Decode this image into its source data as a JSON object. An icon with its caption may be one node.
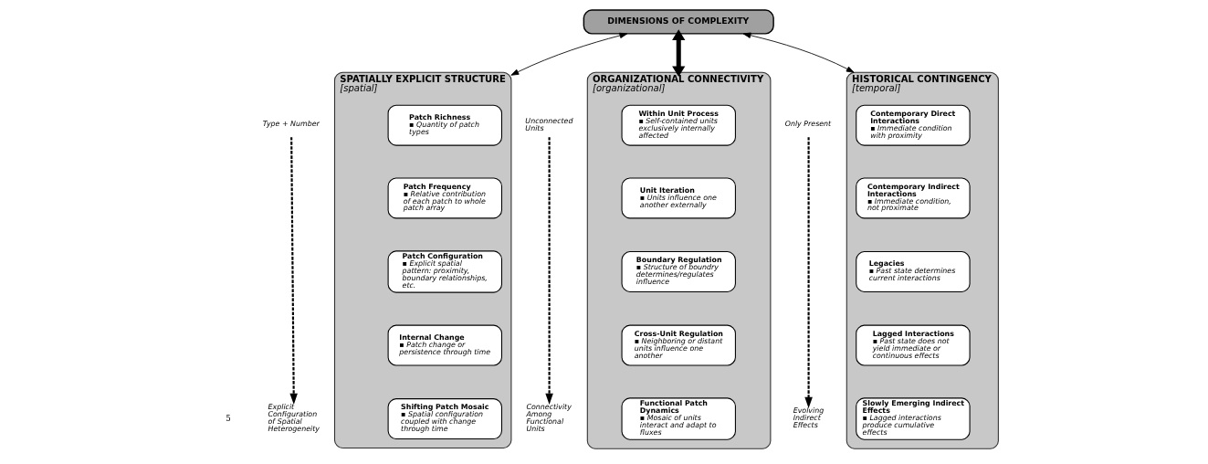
{
  "diagram": {
    "nodes": [
      {
        "text": [
          "DIMENSIONS OF COMPLEXITY"
        ]
      },
      {
        "text": [
          "SPATIALLY EXPLICIT STRUCTURE",
          "[spatial]"
        ]
      },
      {
        "text": [
          "Patch Richness",
          "▪ Quantity of patch types"
        ],
        "in": 1
      },
      {
        "text": [
          "Patch Frequency",
          "▪ Relative contribution of each patch to whole patch array"
        ],
        "in": 1
      },
      {
        "text": [
          "Patch Configuration",
          "▪ Explicit spatial pattern: proximity, boundary relationships, etc."
        ],
        "in": 1
      },
      {
        "text": [
          "Internal Change",
          "▪ Patch change or persistence through time"
        ],
        "in": 1
      },
      {
        "text": [
          "Shifting Patch Mosaic",
          "▪ Spatial configuration coupled with change through time"
        ],
        "in": 1
      },
      {
        "text": [
          "Type + Number"
        ]
      },
      {
        "text": [
          "Explicit Configuration of Spatial Heterogeneity"
        ]
      },
      {
        "text": [
          "ORGANIZATIONAL CONNECTIVITY",
          "[organizational]"
        ]
      },
      {
        "text": [
          "Within Unit Process",
          "▪ Self-contained units exclusively internally affected"
        ],
        "in": 9
      },
      {
        "text": [
          "Unit Iteration",
          "▪ Units influence one another externally"
        ],
        "in": 9
      },
      {
        "text": [
          "Boundary Regulation",
          "▪ Structure of boundry determines/regulates influence"
        ],
        "in": 9
      },
      {
        "text": [
          "Cross-Unit Regulation",
          "▪ Neighboring or distant units influence one another"
        ],
        "in": 9
      },
      {
        "text": [
          "Functional Patch Dynamics",
          "▪ Mosaic of units interact and adapt to fluxes"
        ],
        "in": 9
      },
      {
        "text": [
          "Unconnected Units"
        ]
      },
      {
        "text": [
          "Connectivity Among Functional Units"
        ]
      },
      {
        "text": [
          "HISTORICAL CONTINGENCY",
          "[temporal]"
        ]
      },
      {
        "text": [
          "Contemporary Direct Interactions",
          "▪ Immediate condition with proximity"
        ],
        "in": 17
      },
      {
        "text": [
          "Contemporary Indirect Interactions",
          "▪ Immediate condition, not proximate"
        ],
        "in": 17
      },
      {
        "text": [
          "Legacies",
          "▪ Past state determines current interactions"
        ],
        "in": 17
      },
      {
        "text": [
          "Lagged Interactions",
          "▪ Past state does not yield immediate or continuous effects"
        ],
        "in": 17
      },
      {
        "text": [
          "Slowly Emerging Indirect Effects",
          "▪ Lagged interactions produce cumulative effects"
        ],
        "in": 17
      },
      {
        "text": [
          "Only Present"
        ]
      },
      {
        "text": [
          "Evolving Indirect Effects"
        ]
      }
    ],
    "edges": [
      {
        "from": 0,
        "to": 1,
        "arrow": "both"
      },
      {
        "from": 0,
        "to": 9,
        "arrow": "both",
        "style": "thick"
      },
      {
        "from": 0,
        "to": 17,
        "arrow": "both"
      },
      {
        "from": 7,
        "to": 8,
        "arrow": "to",
        "style": "dashed"
      },
      {
        "from": 15,
        "to": 16,
        "arrow": "to",
        "style": "dashed"
      },
      {
        "from": 23,
        "to": 24,
        "arrow": "to",
        "style": "dashed"
      }
    ],
    "labels": [
      "5"
    ]
  }
}
